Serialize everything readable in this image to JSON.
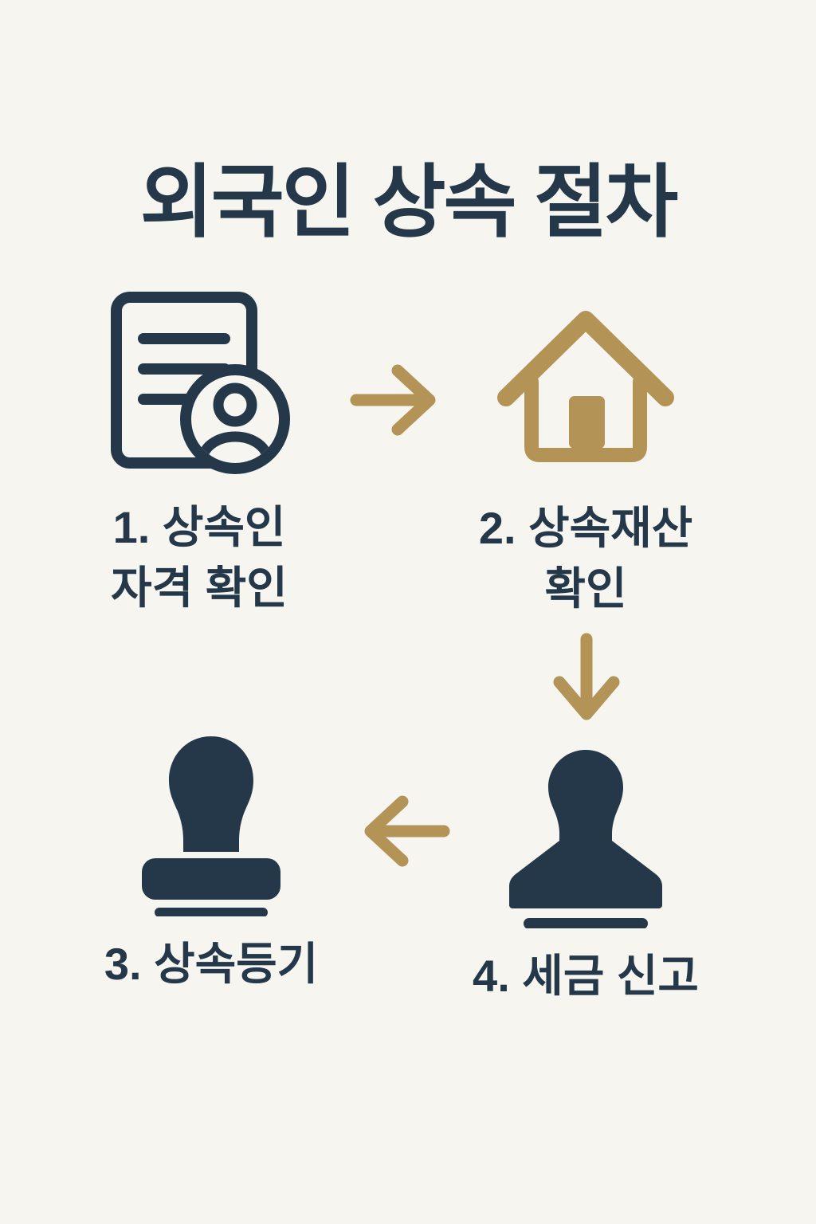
{
  "title": "외국인 상속 절차",
  "colors": {
    "navy": "#24384A",
    "gold": "#B49357",
    "background": "#F6F5F0"
  },
  "steps": [
    {
      "number": "1",
      "icon": "document-person-icon",
      "label_line1": "1. 상속인",
      "label_line2": "자격 확인"
    },
    {
      "number": "2",
      "icon": "house-icon",
      "label_line1": "2. 상속재산",
      "label_line2": "확인"
    },
    {
      "number": "3",
      "icon": "stamp-icon",
      "label_line1": "3. 상속등기",
      "label_line2": ""
    },
    {
      "number": "4",
      "icon": "person-icon",
      "label_line1": "4. 세금 신고",
      "label_line2": ""
    }
  ],
  "arrows": [
    {
      "direction": "right",
      "from": "step-1",
      "to": "step-2"
    },
    {
      "direction": "down",
      "from": "step-2",
      "to": "step-4"
    },
    {
      "direction": "left",
      "from": "step-4",
      "to": "step-3"
    }
  ]
}
